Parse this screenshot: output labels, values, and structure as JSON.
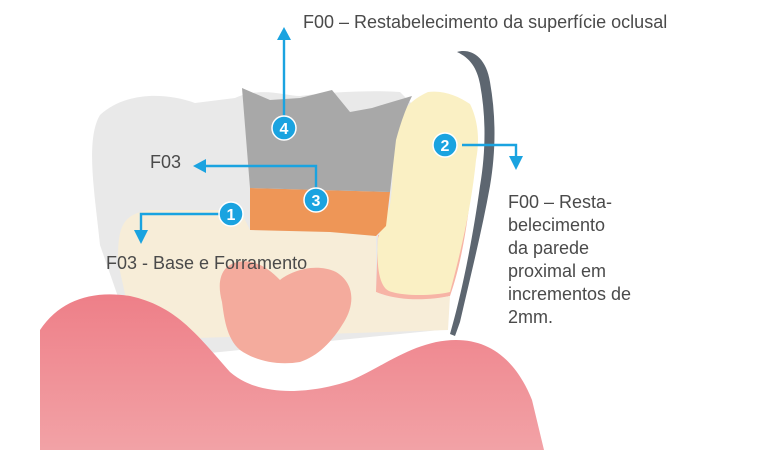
{
  "labels": {
    "occlusal": "F00 – Restabelecimento da superfície oclusal",
    "f03": "F03",
    "base": "F03 -  Base e Forramento",
    "proximal_lines": [
      "F00 – Resta-",
      "belecimento",
      "da parede",
      "proximal em",
      "incrementos de",
      "2mm."
    ]
  },
  "badges": [
    "1",
    "2",
    "3",
    "4"
  ],
  "colors": {
    "callout": "#1aa3e0",
    "gum": "#ee8a91",
    "tooth_neighbor": "#e9e9e9",
    "dentin": "#f7edd8",
    "pulp": "#f2a89a",
    "occlusal_layer": "#a8a8a8",
    "base_layer": "#ee9657",
    "proximal_layer": "#faf0c4",
    "matrix_band": "#5d6670",
    "label_text": "#4a4a4a"
  }
}
